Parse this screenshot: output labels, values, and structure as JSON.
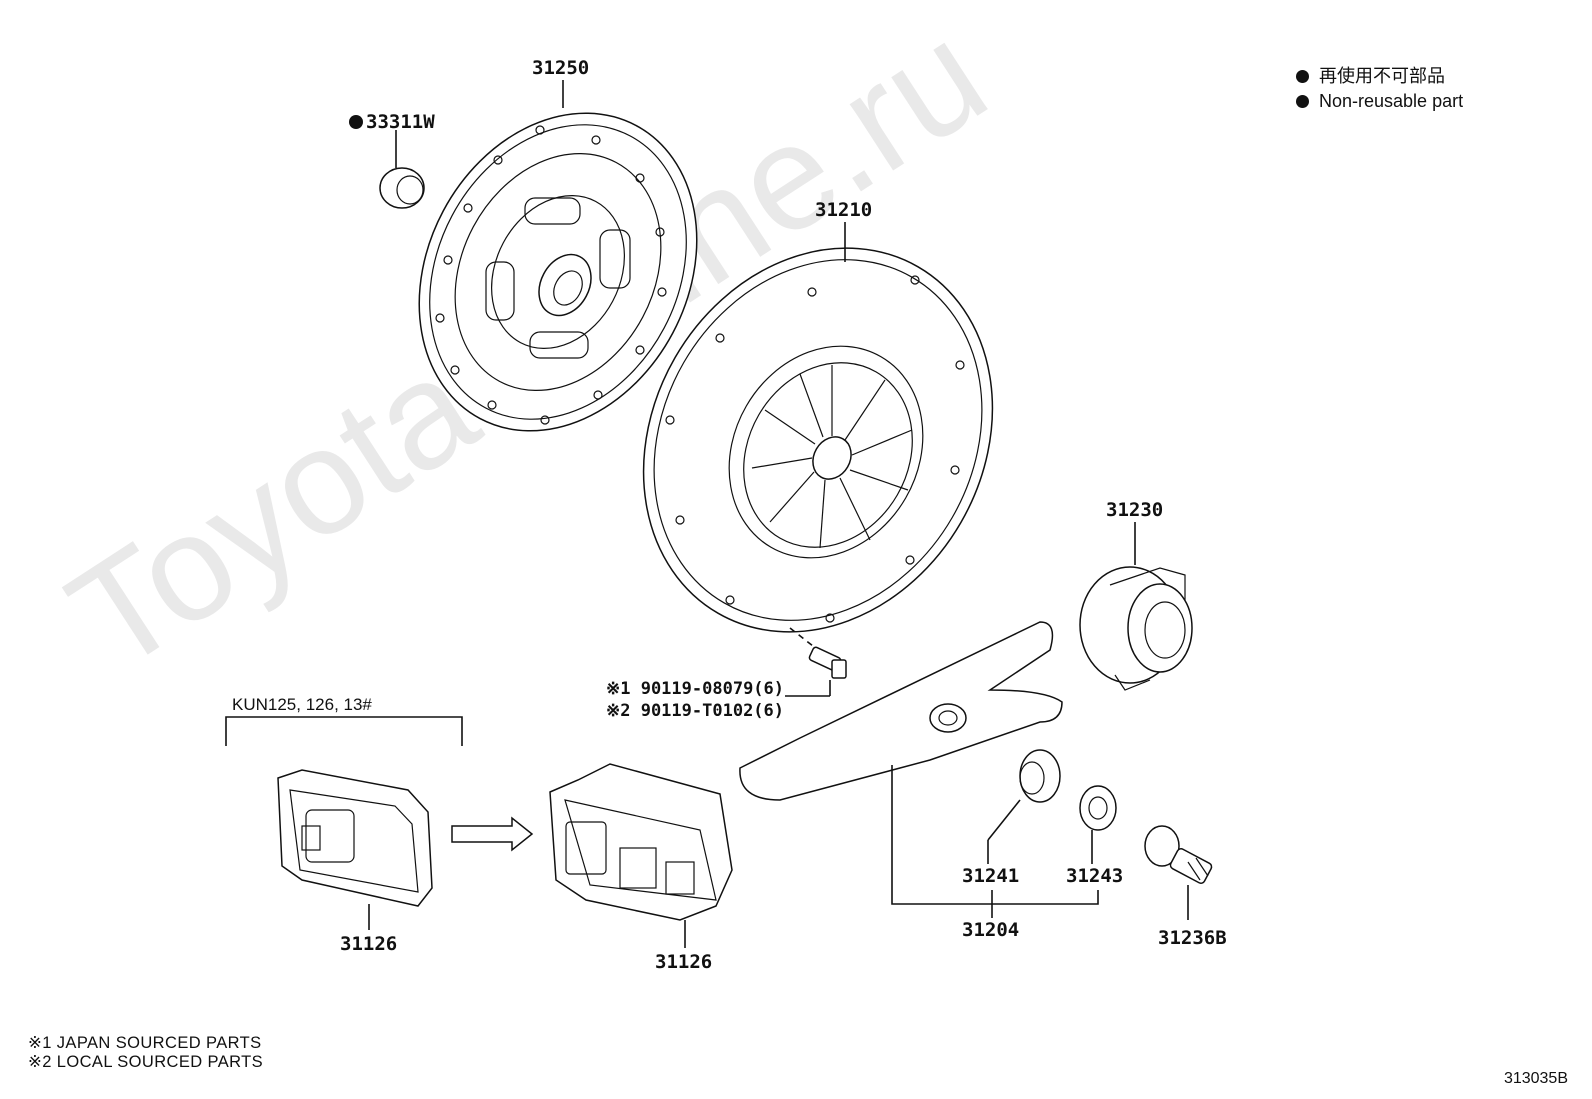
{
  "legend": {
    "items": [
      {
        "label": "再使用不可部品"
      },
      {
        "label": "Non-reusable part"
      }
    ]
  },
  "watermark": "ToyotaOnline.ru",
  "parts": {
    "p31250": "31250",
    "p33311w": "33311W",
    "p31210": "31210",
    "p31230": "31230",
    "p31126a": "31126",
    "p31126b": "31126",
    "p31241": "31241",
    "p31243": "31243",
    "p31204": "31204",
    "p31236b": "31236B"
  },
  "bolt_callout": {
    "line1": "※1  90119-08079(6)",
    "line2": "※2  90119-T0102(6)"
  },
  "model_note": "KUN125, 126, 13#",
  "footnotes": {
    "line1": "※1 JAPAN SOURCED PARTS",
    "line2": "※2 LOCAL SOURCED PARTS"
  },
  "figure_number": "313035B",
  "colors": {
    "ink": "#111111",
    "background": "#ffffff",
    "watermark": "#e9e9e9"
  }
}
